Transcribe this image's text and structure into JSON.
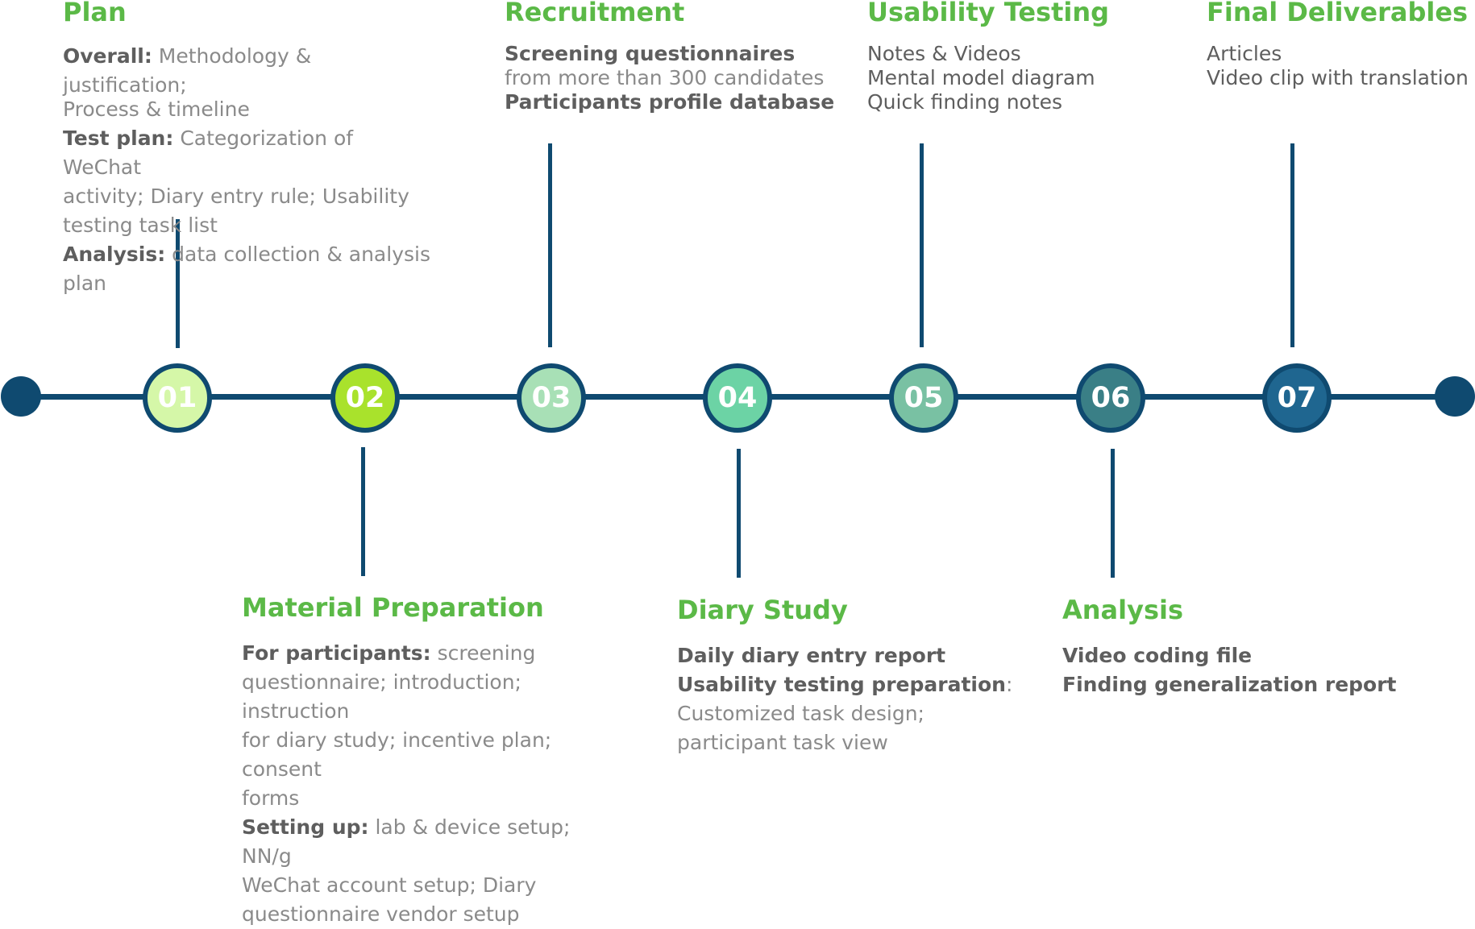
{
  "timeline": {
    "line_color": "#0f4a70",
    "title_color": "#5bb947",
    "steps": [
      {
        "number": "01",
        "color": "#d5f7a8"
      },
      {
        "number": "02",
        "color": "#a9e22c"
      },
      {
        "number": "03",
        "color": "#a8e0b6"
      },
      {
        "number": "04",
        "color": "#6cd3a5"
      },
      {
        "number": "05",
        "color": "#79c1a3"
      },
      {
        "number": "06",
        "color": "#3a7f86"
      },
      {
        "number": "07",
        "color": "#1f6690"
      }
    ]
  },
  "plan": {
    "title": "Plan",
    "overall_label": "Overall:",
    "overall_text": "Methodology & justification;",
    "overall_text2": "Process & timeline",
    "testplan_label": "Test plan:",
    "testplan_text": "Categorization of WeChat",
    "testplan_text2": "activity; Diary entry rule; Usability",
    "testplan_text3": "testing task list",
    "analysis_label": "Analysis:",
    "analysis_text": "data collection & analysis plan"
  },
  "material": {
    "title": "Material Preparation",
    "participants_label": "For participants:",
    "participants_text": "screening",
    "participants_text2": "questionnaire; introduction; instruction",
    "participants_text3": "for diary study; incentive plan; consent",
    "participants_text4": "forms",
    "setup_label": "Setting up:",
    "setup_text": "lab & device setup; NN/g",
    "setup_text2": "WeChat account setup; Diary",
    "setup_text3": "questionnaire vendor setup"
  },
  "recruitment": {
    "title": "Recruitment",
    "line1": "Screening questionnaires",
    "line2": "from more than 300 candidates",
    "line3": "Participants profile database"
  },
  "diary": {
    "title": "Diary Study",
    "line1": "Daily diary entry report",
    "line2_label": "Usability testing preparation",
    "line2_suffix": ":",
    "line3": "Customized task design;",
    "line4": "participant task view"
  },
  "usability": {
    "title": "Usability Testing",
    "line1": "Notes & Videos",
    "line2": "Mental model diagram",
    "line3": "Quick finding notes"
  },
  "analysis": {
    "title": "Analysis",
    "line1": "Video coding file",
    "line2": "Finding generalization report"
  },
  "final": {
    "title": "Final Deliverables",
    "line1": "Articles",
    "line2": "Video clip with translation"
  }
}
